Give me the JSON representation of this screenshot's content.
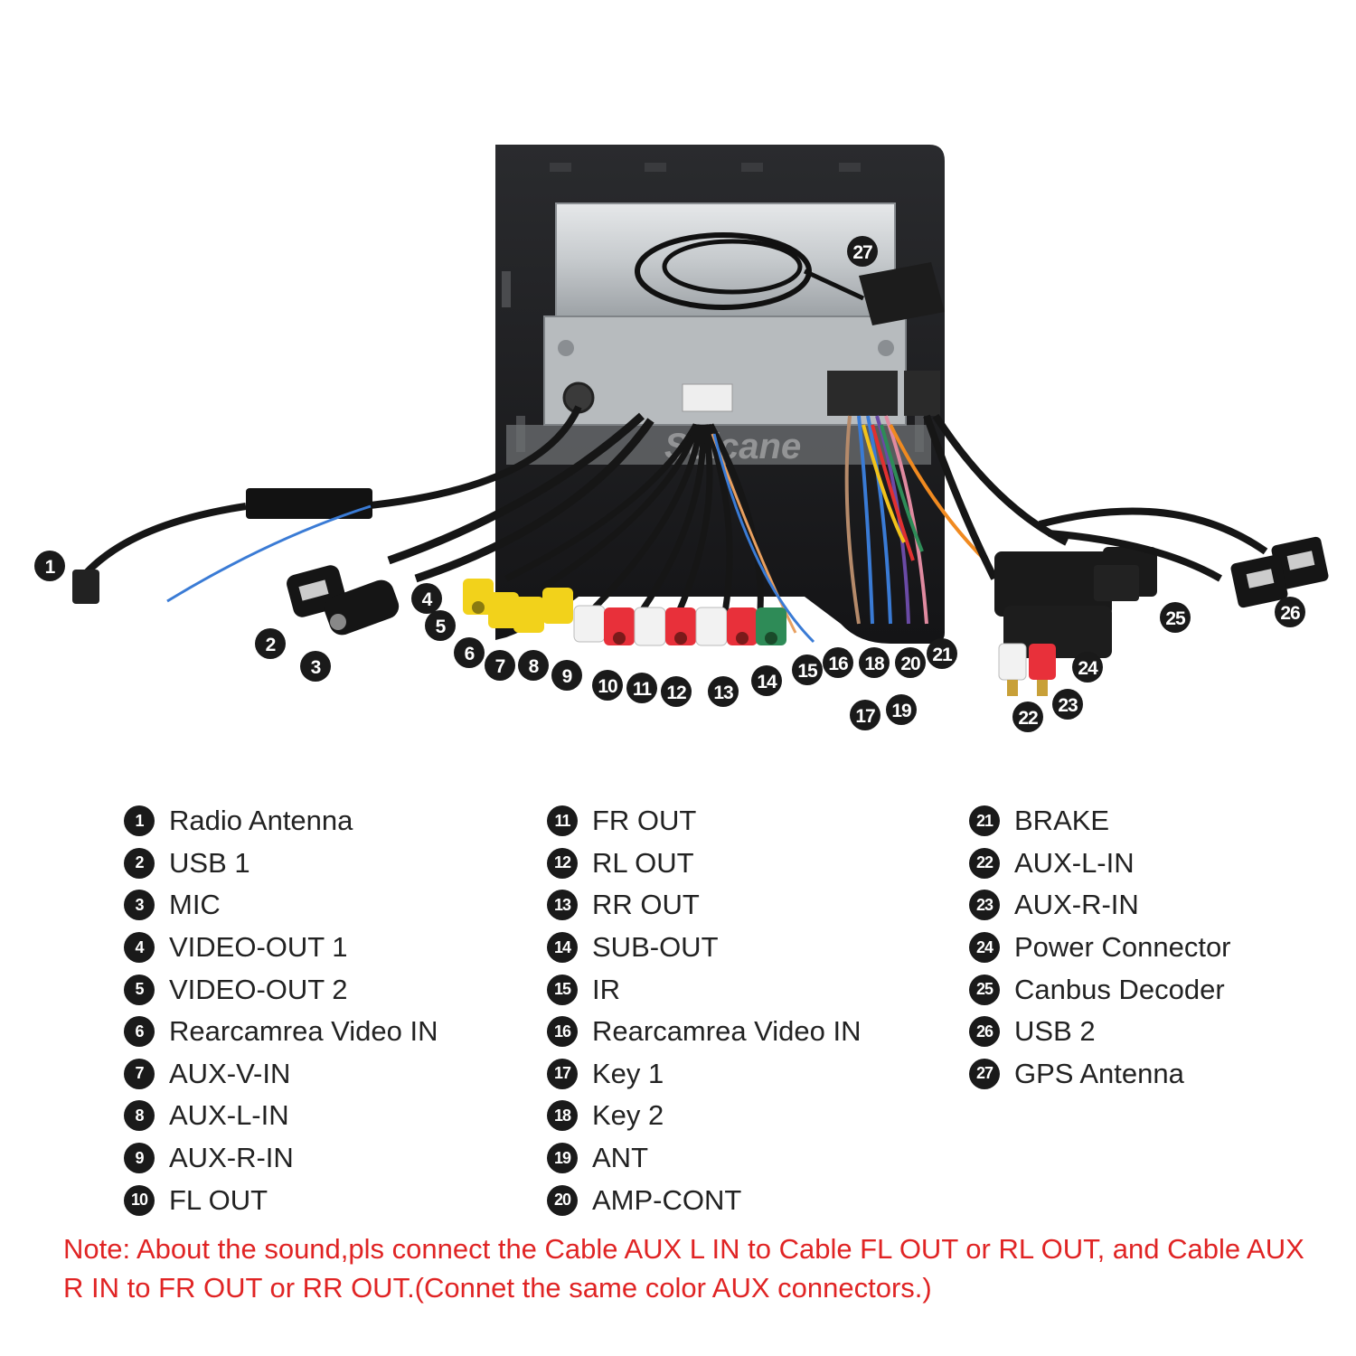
{
  "brand_watermark": "Seicane",
  "colors": {
    "callout": "#1a1a1a",
    "note": "#e02424",
    "rca_yellow": "#f2d21b",
    "rca_red": "#e8303a",
    "rca_white": "#f2f2f2",
    "rca_green": "#2e8b57",
    "cable": "#161616"
  },
  "callouts": [
    {
      "n": "1"
    },
    {
      "n": "2"
    },
    {
      "n": "3"
    },
    {
      "n": "4"
    },
    {
      "n": "5"
    },
    {
      "n": "6"
    },
    {
      "n": "7"
    },
    {
      "n": "8"
    },
    {
      "n": "9"
    },
    {
      "n": "10"
    },
    {
      "n": "11"
    },
    {
      "n": "12"
    },
    {
      "n": "13"
    },
    {
      "n": "14"
    },
    {
      "n": "15"
    },
    {
      "n": "16"
    },
    {
      "n": "17"
    },
    {
      "n": "18"
    },
    {
      "n": "19"
    },
    {
      "n": "20"
    },
    {
      "n": "21"
    },
    {
      "n": "22"
    },
    {
      "n": "23"
    },
    {
      "n": "24"
    },
    {
      "n": "25"
    },
    {
      "n": "26"
    },
    {
      "n": "27"
    }
  ],
  "legend": {
    "col1": [
      {
        "n": "1",
        "label": "Radio Antenna"
      },
      {
        "n": "2",
        "label": "USB 1"
      },
      {
        "n": "3",
        "label": "MIC"
      },
      {
        "n": "4",
        "label": "VIDEO-OUT 1"
      },
      {
        "n": "5",
        "label": "VIDEO-OUT 2"
      },
      {
        "n": "6",
        "label": "Rearcamrea Video IN"
      },
      {
        "n": "7",
        "label": "AUX-V-IN"
      },
      {
        "n": "8",
        "label": "AUX-L-IN"
      },
      {
        "n": "9",
        "label": "AUX-R-IN"
      },
      {
        "n": "10",
        "label": "FL OUT"
      }
    ],
    "col2": [
      {
        "n": "11",
        "label": "FR OUT"
      },
      {
        "n": "12",
        "label": "RL OUT"
      },
      {
        "n": "13",
        "label": "RR OUT"
      },
      {
        "n": "14",
        "label": "SUB-OUT"
      },
      {
        "n": "15",
        "label": "IR"
      },
      {
        "n": "16",
        "label": "Rearcamrea Video IN"
      },
      {
        "n": "17",
        "label": "Key 1"
      },
      {
        "n": "18",
        "label": "Key 2"
      },
      {
        "n": "19",
        "label": "ANT"
      },
      {
        "n": "20",
        "label": "AMP-CONT"
      }
    ],
    "col3": [
      {
        "n": "21",
        "label": "BRAKE"
      },
      {
        "n": "22",
        "label": "AUX-L-IN"
      },
      {
        "n": "23",
        "label": "AUX-R-IN"
      },
      {
        "n": "24",
        "label": "Power Connector"
      },
      {
        "n": "25",
        "label": "Canbus Decoder"
      },
      {
        "n": "26",
        "label": "USB 2"
      },
      {
        "n": "27",
        "label": "GPS Antenna"
      }
    ]
  },
  "note": "Note: About the sound,pls connect the Cable AUX L IN to Cable FL OUT or RL OUT, and Cable AUX R IN to FR OUT or RR OUT.(Connet the same color AUX connectors.)"
}
